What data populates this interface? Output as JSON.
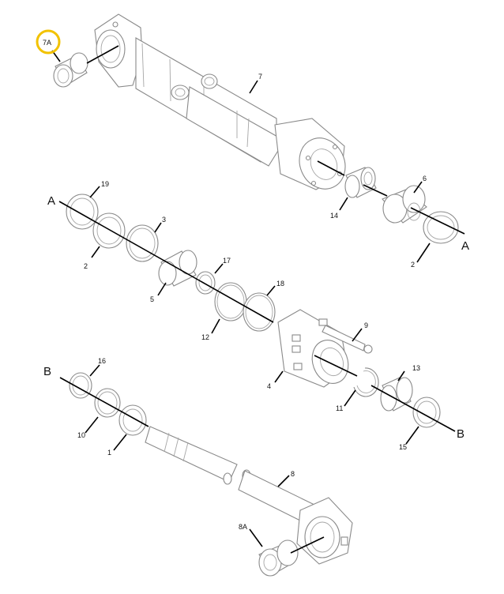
{
  "highlight_color": "#f2c200",
  "callouts": {
    "c7a": "7A",
    "c7": "7",
    "c19": "19",
    "c2a": "2",
    "c3": "3",
    "c17": "17",
    "c5": "5",
    "c18": "18",
    "c12": "12",
    "c9": "9",
    "c4": "4",
    "c14": "14",
    "c6": "6",
    "c2b": "2",
    "c13": "13",
    "c11": "11",
    "c15": "15",
    "c16": "16",
    "c10": "10",
    "c1": "1",
    "c8": "8",
    "c8a": "8A"
  },
  "section_markers": {
    "a_left": "A",
    "a_right": "A",
    "b_left": "B",
    "b_right": "B"
  }
}
